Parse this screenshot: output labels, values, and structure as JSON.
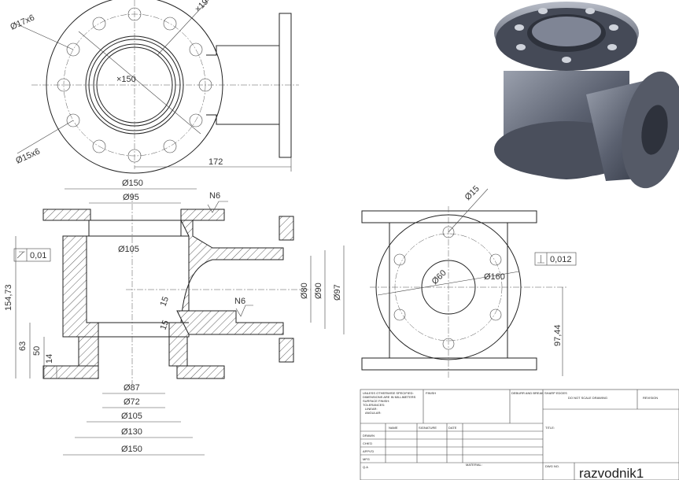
{
  "top_view": {
    "hole_callout_17": "Ø17x6",
    "hole_callout_15": "Ø15x6",
    "bore": "×150",
    "bolt_circle": "×19",
    "length": "172"
  },
  "front_section": {
    "top_width": "Ø150",
    "top_bore": "Ø95",
    "inner_bore": "Ø105",
    "roughness_top": "N6",
    "roughness_branch": "N6",
    "flatness_tol": "0,01",
    "height_total": "154,73",
    "height_63": "63",
    "height_50": "50",
    "height_14": "14",
    "chamfer_15a": "15",
    "chamfer_15b": "15",
    "branch_80": "Ø80",
    "branch_90": "Ø90",
    "branch_97": "Ø97",
    "bottom_87": "Ø87",
    "bottom_72": "Ø72",
    "bottom_105": "Ø105",
    "bottom_130": "Ø130",
    "bottom_150": "Ø150"
  },
  "side_view": {
    "hole": "Ø15",
    "bore": "Ø60",
    "bolt_circle": "Ø160",
    "perp_tol": "0,012",
    "height": "97,44"
  },
  "title_block": {
    "notes_1": "UNLESS OTHERWISE SPECIFIED:",
    "notes_2": "DIMENSIONS ARE IN MILLIMETERS",
    "notes_3": "SURFACE FINISH:",
    "notes_4": "TOLERANCES:",
    "notes_5": "LINEAR:",
    "notes_6": "ANGULAR:",
    "finish": "FINISH",
    "deburr": "DEBURR AND BREAK SHARP EDGES",
    "do_not_scale": "DO NOT SCALE DRAWING",
    "revision": "REVISION",
    "name_col": "NAME",
    "signature_col": "SIGNATURE",
    "date_col": "DATE",
    "title_col": "TITLE:",
    "drawn": "DRAWN",
    "chkd": "CHK'D",
    "apprvd": "APPV'D",
    "mfg": "MFG",
    "qa": "Q.A",
    "material": "MATERIAL:",
    "dwg_no": "DWG NO.",
    "drawing_name": "razvodnik1"
  }
}
